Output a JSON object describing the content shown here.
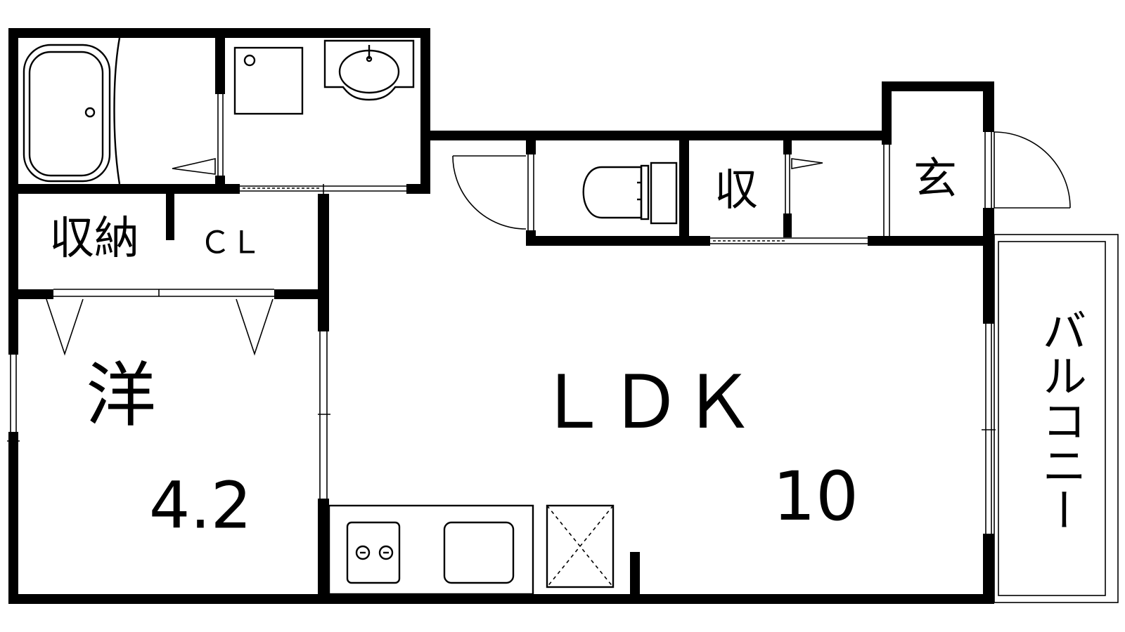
{
  "rooms": {
    "storage_label": "収納",
    "closet_label": "ＣＬ",
    "western_room_label": "洋",
    "western_room_size": "4.2",
    "ldk_label": "ＬＤＫ",
    "ldk_size": "10",
    "small_storage_label": "収",
    "entrance_label": "玄",
    "balcony_label": "バルコニー"
  },
  "colors": {
    "wall": "#000000",
    "background": "#ffffff"
  },
  "icons": [
    "bathtub-icon",
    "washing-machine-pan-icon",
    "washbasin-icon",
    "toilet-icon",
    "stove-burner-icon",
    "sink-icon",
    "refrigerator-space-icon",
    "door-swing-icon",
    "window-icon"
  ]
}
